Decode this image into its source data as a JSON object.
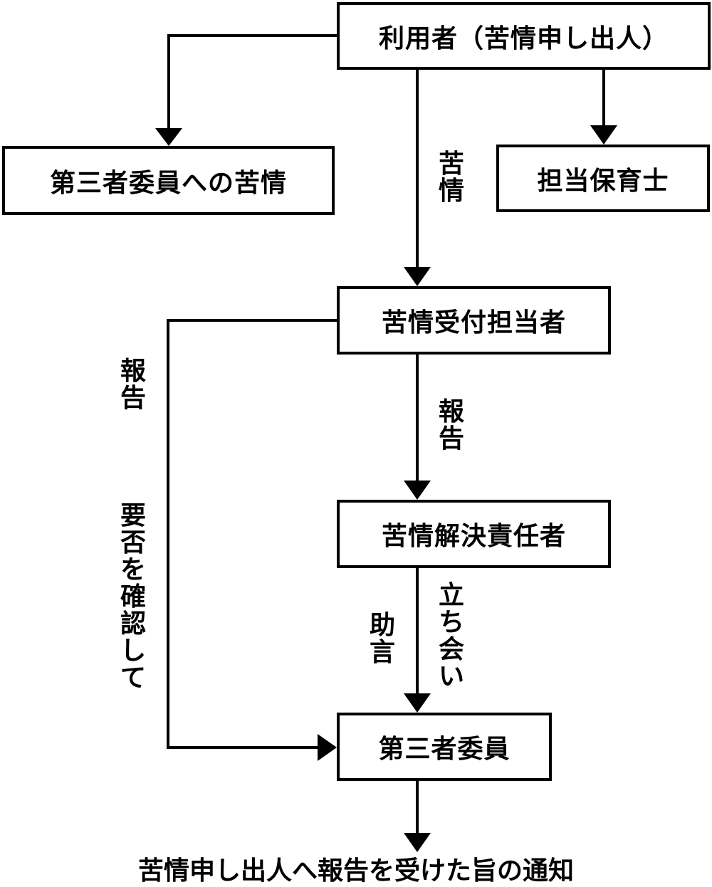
{
  "nodes": {
    "user": "利用者（苦情申し出人）",
    "third_party_complaint": "第三者委員への苦情",
    "teacher": "担当保育士",
    "reception": "苦情受付担当者",
    "resolver": "苦情解決責任者",
    "third_party": "第三者委員"
  },
  "edge_labels": {
    "complaint": "苦情",
    "report_left": "報告",
    "confirm": "要否を確認して",
    "report_mid": "報告",
    "advice": "助言",
    "attend": "立ち会い"
  },
  "final_notice": "苦情申し出人へ報告を受けた旨の通知",
  "colors": {
    "line": "#000000",
    "background": "#ffffff"
  }
}
